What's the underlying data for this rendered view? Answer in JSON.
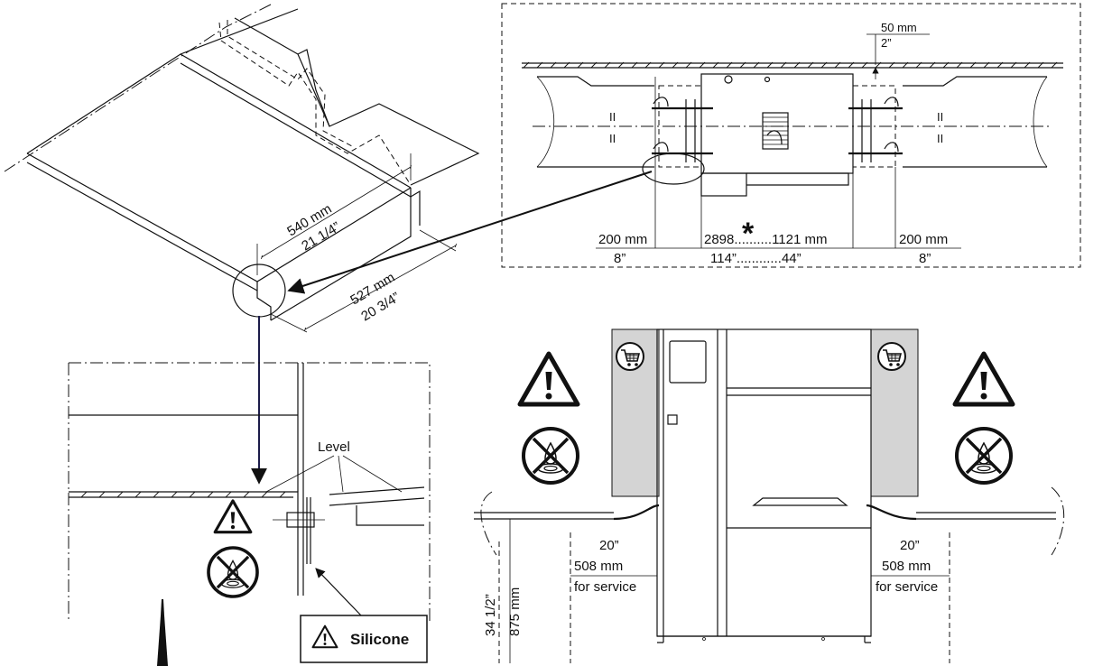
{
  "colors": {
    "ink": "#111111",
    "panel_grey": "#d4d4d4",
    "arrow_navy": "#1c1c4a"
  },
  "isometric_detail": {
    "width_dimension": {
      "mm": "540 mm",
      "inch": "21 1/4”"
    },
    "depth_dimension": {
      "mm": "527 mm",
      "inch": "20 3/4”"
    }
  },
  "top_view": {
    "top_clearance": {
      "mm": "50 mm",
      "inch": "2”"
    },
    "left_clearance": {
      "mm": "200 mm",
      "inch": "8”"
    },
    "machine_length": {
      "mm_left": "2898",
      "mm_right": "1121 mm",
      "inch_left": "114”",
      "inch_right": "44”",
      "dots": "..........",
      "dots_inch": "............",
      "asterisk": "*"
    },
    "right_clearance": {
      "mm": "200 mm",
      "inch": "8”"
    },
    "parallel_marks": [
      "II",
      "II",
      "II",
      "II"
    ]
  },
  "section_detail": {
    "level_label": "Level",
    "silicone_label": "Silicone"
  },
  "front_view": {
    "left_service": {
      "inch": "20”",
      "mm": "508 mm",
      "note": "for service"
    },
    "right_service": {
      "inch": "20”",
      "mm": "508 mm",
      "note": "for service"
    },
    "height": {
      "inch": "34 1/2”",
      "mm": "875 mm"
    }
  },
  "icons": [
    "warning-triangle-icon",
    "no-water-drip-icon",
    "shopping-cart-icon",
    "silicone-nozzle-icon"
  ]
}
